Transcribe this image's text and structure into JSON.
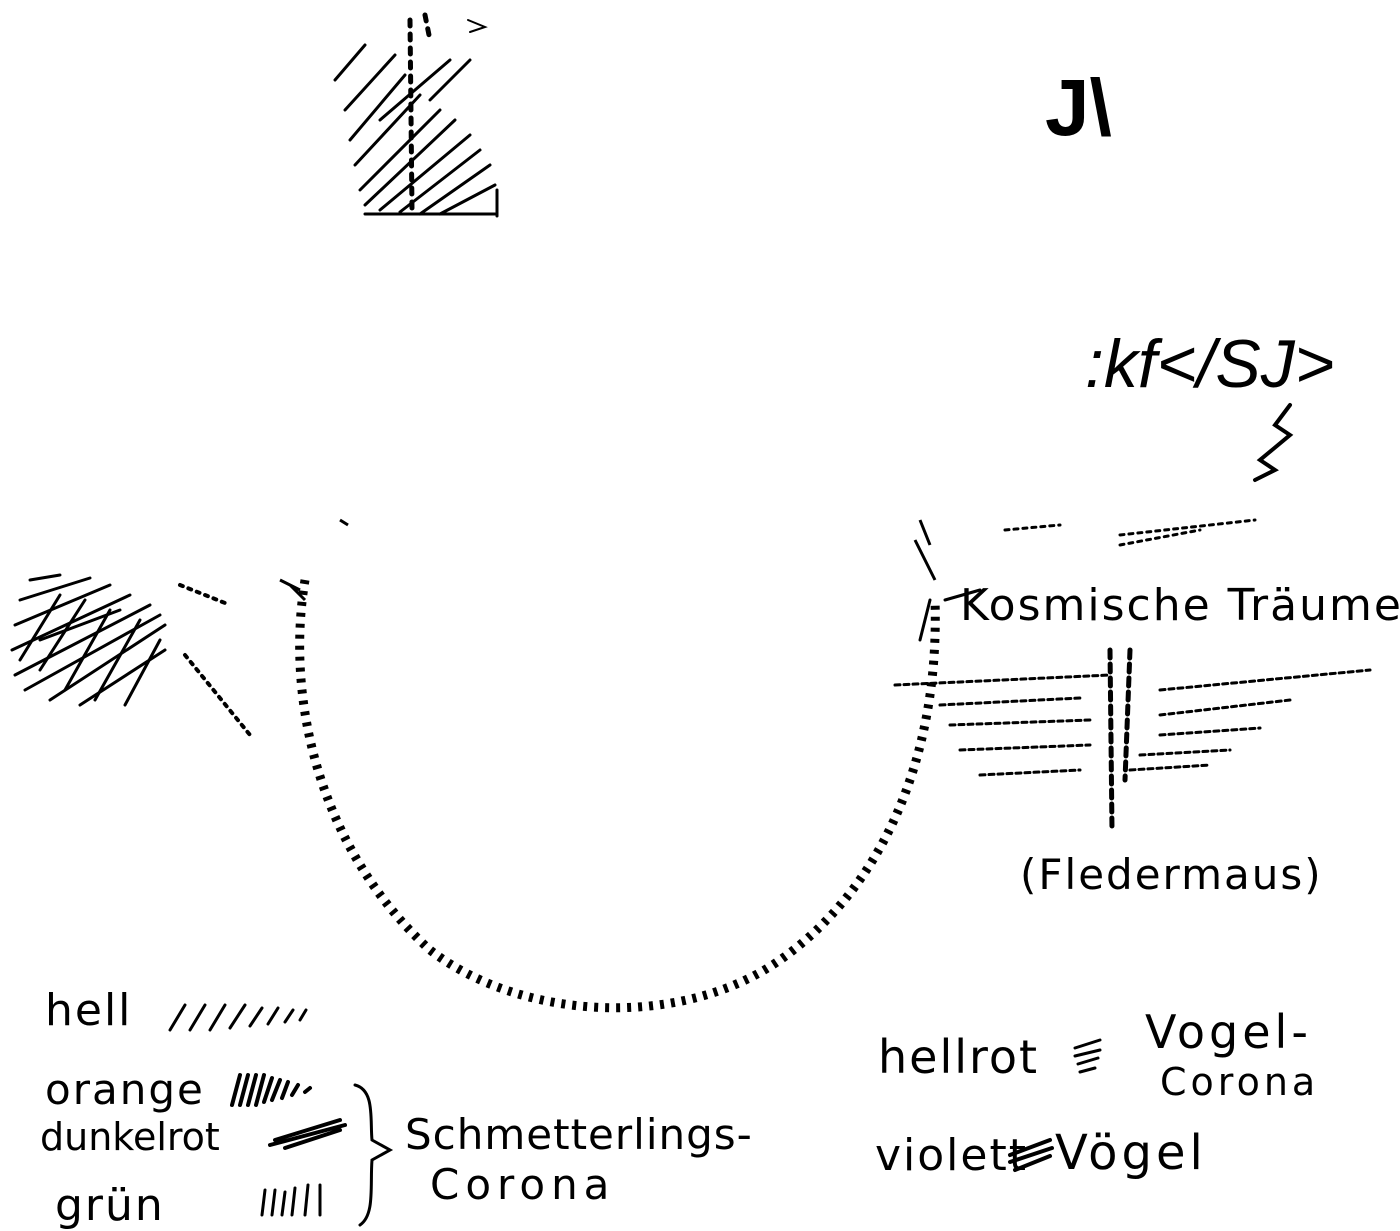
{
  "ocr_fragments": {
    "top_right_symbol": "J\\",
    "right_fragment": ":kf</SJ>"
  },
  "labels": {
    "kosmische": "Kosmische Träume",
    "fledermaus": "(Fledermaus)",
    "schmetterlings_line1": "Schmetterlings-",
    "schmetterlings_line2": "Corona",
    "vogel_line1": "Vogel-",
    "vogel_line2": "Corona",
    "voegel": "Vögel"
  },
  "legend": {
    "butterfly_items": [
      {
        "label": "hell"
      },
      {
        "label": "orange"
      },
      {
        "label": "dunkelrot"
      },
      {
        "label": "grün"
      }
    ],
    "bird_items": [
      {
        "label": "hellrot"
      },
      {
        "label": "violett"
      }
    ]
  },
  "colors": {
    "ink": "#000000",
    "paper": "#ffffff"
  }
}
